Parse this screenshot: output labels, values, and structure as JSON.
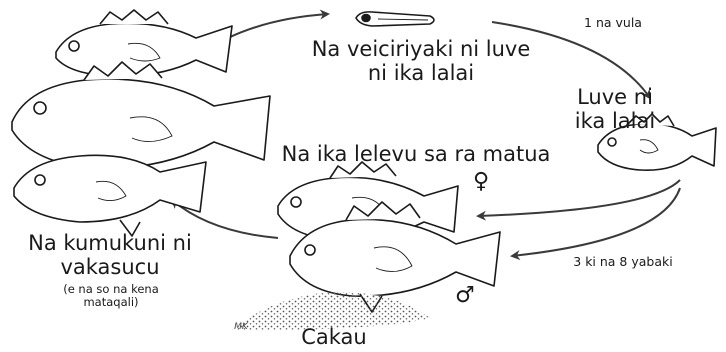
{
  "stages": {
    "eggs_larvae": "Na veiciriyaki ni luve\nni ika lalai",
    "juvenile": "Luve ni\nika lalai",
    "adults": "Na ika lelevu sa ra matua",
    "spawning_title": "Na kumukuni ni\nvakasucu",
    "spawning_note": "(e na so na kena\nmataqali)",
    "reef": "Cakau"
  },
  "durations": {
    "to_juvenile": "1 na vula",
    "to_adult": "3 ki na 8 yabaki"
  },
  "symbols": {
    "female": "♀",
    "male": "♂"
  },
  "artist_mark": "MK"
}
